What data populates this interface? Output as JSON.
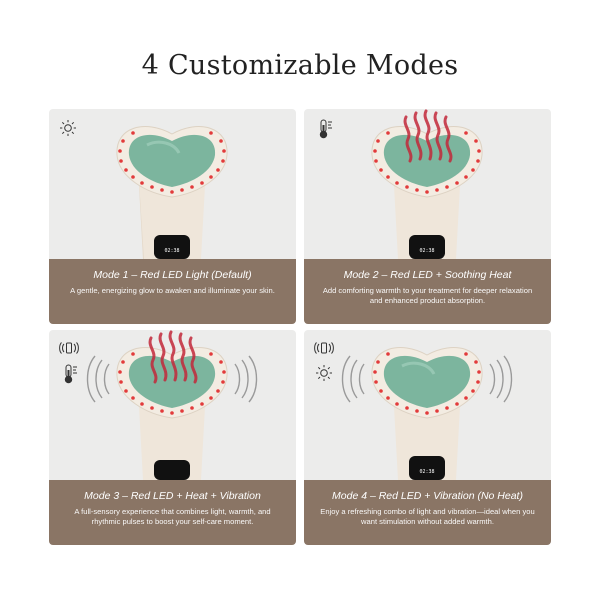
{
  "page_title": "4 Customizable Modes",
  "colors": {
    "caption_bg": "#8a7565",
    "card_bg": "#ececeb",
    "device_body": "#efe6da",
    "jade": "#7cb59e",
    "red_led": "#e23b3b",
    "screen": "#111111"
  },
  "device_screen_time": "02:38",
  "modes": [
    {
      "title": "Mode 1 – Red LED Light (Default)",
      "description": "A gentle, energizing glow to awaken and illuminate your skin.",
      "icons": [
        "sun-icon"
      ]
    },
    {
      "title": "Mode 2 – Red LED + Soothing Heat",
      "description": "Add comforting warmth to your treatment for deeper relaxation and enhanced product absorption.",
      "icons": [
        "thermometer-icon"
      ]
    },
    {
      "title": "Mode 3 – Red LED + Heat + Vibration",
      "description": "A full-sensory experience that combines light, warmth, and rhythmic pulses to boost your self-care moment.",
      "icons": [
        "vibration-icon",
        "thermometer-icon"
      ]
    },
    {
      "title": "Mode 4 – Red LED + Vibration (No Heat)",
      "description": "Enjoy a refreshing combo of light and vibration—ideal when you want stimulation without added warmth.",
      "icons": [
        "vibration-icon",
        "sun-icon"
      ]
    }
  ]
}
